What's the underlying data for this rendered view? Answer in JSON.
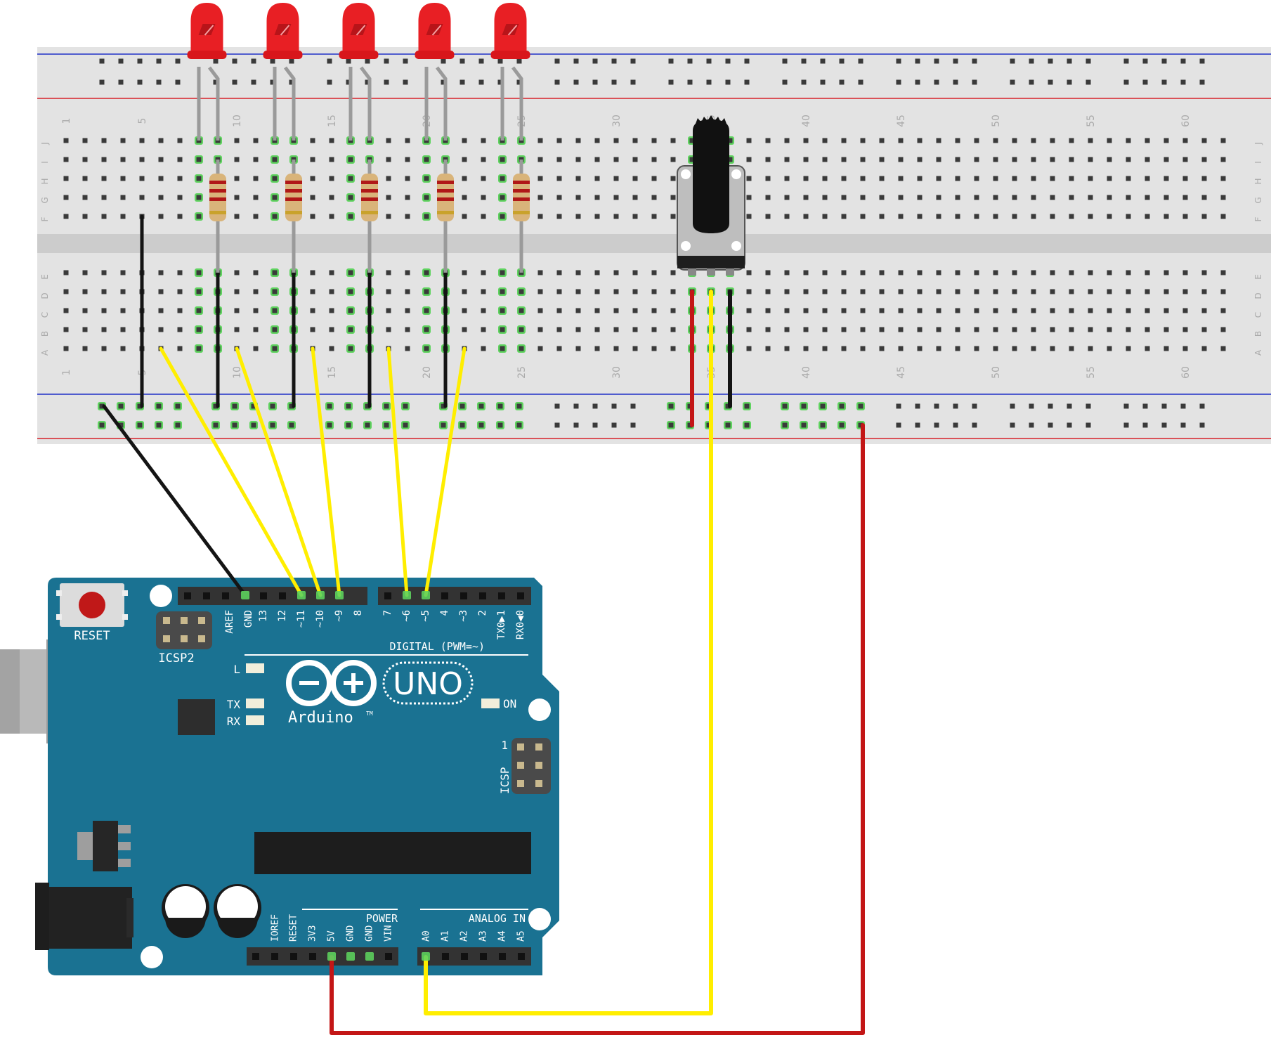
{
  "breadboard": {
    "row_letters_top": [
      "J",
      "I",
      "H",
      "G",
      "F"
    ],
    "row_letters_bottom": [
      "E",
      "D",
      "C",
      "B",
      "A"
    ],
    "column_numbers": [
      "1",
      "5",
      "10",
      "15",
      "20",
      "25",
      "30",
      "35",
      "40",
      "45",
      "50",
      "55",
      "60"
    ]
  },
  "board": {
    "reset_label": "RESET",
    "icsp2_label": "ICSP2",
    "icsp_label": "ICSP",
    "icsp_pin1_label": "1",
    "digital_label": "DIGITAL (PWM=~)",
    "digital_pins_left": [
      "AREF",
      "GND",
      "13",
      "12",
      "~11",
      "~10",
      "~9",
      "8"
    ],
    "digital_pins_right": [
      "7",
      "~6",
      "~5",
      "4",
      "~3",
      "2",
      "TX0▶1",
      "RX0◀0"
    ],
    "led_l": "L",
    "led_tx": "TX",
    "led_rx": "RX",
    "led_on": "ON",
    "logo_text": "Arduino",
    "logo_tm": "TM",
    "model": "UNO",
    "power_label": "POWER",
    "analog_label": "ANALOG IN",
    "power_pins": [
      "IOREF",
      "RESET",
      "3V3",
      "5V",
      "GND",
      "GND",
      "VIN"
    ],
    "analog_pins": [
      "A0",
      "A1",
      "A2",
      "A3",
      "A4",
      "A5"
    ]
  },
  "colors": {
    "board": "#1a7292",
    "breadboard": "#e3e3e3",
    "led": "#e81f24",
    "wire_yellow": "#ffee00",
    "wire_red": "#c31616",
    "wire_black": "#141414",
    "rail_red_line": "#d8232a",
    "rail_blue_line": "#2030c8",
    "connected_hole": "#5fd35f"
  },
  "icons": {
    "leds": "red-led-icon",
    "resistors": "resistor-icon",
    "potentiometer": "potentiometer-icon",
    "logo": "arduino-infinity-logo"
  }
}
